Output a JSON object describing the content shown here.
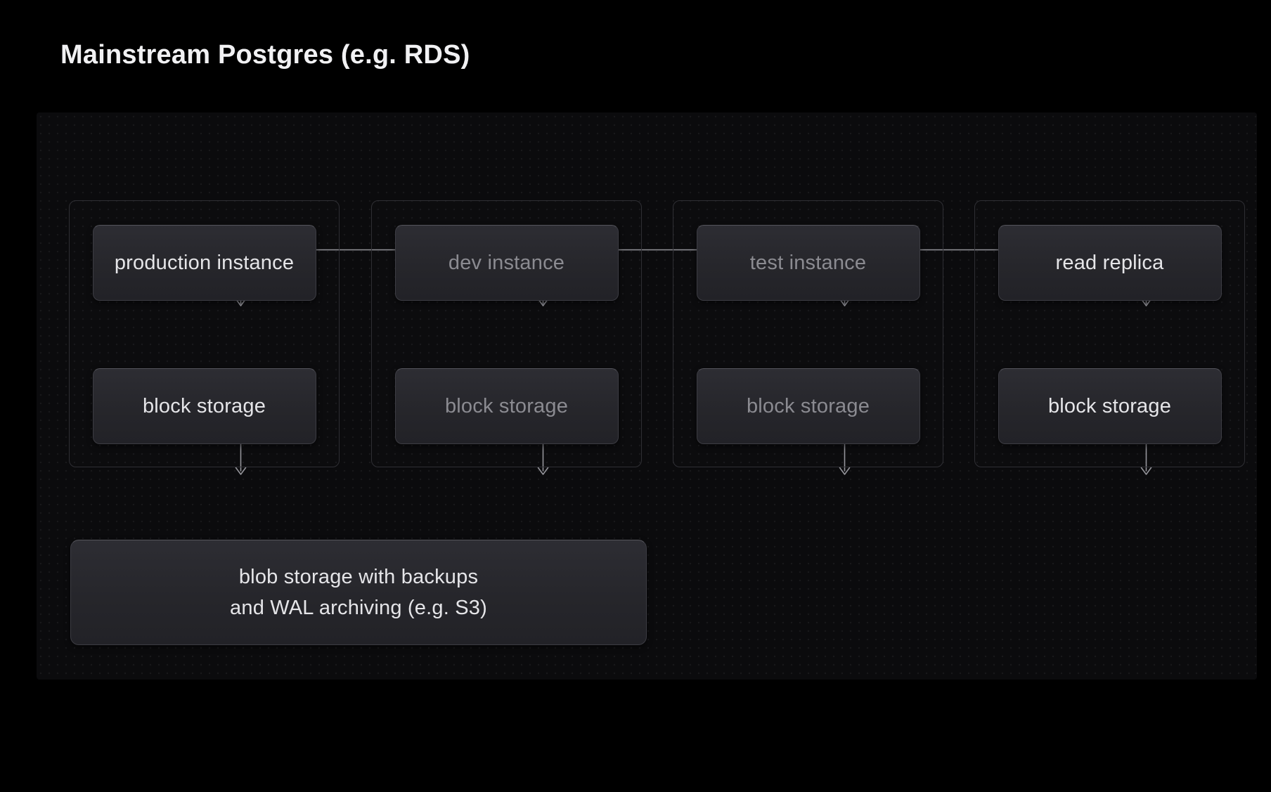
{
  "title": "Mainstream Postgres (e.g. RDS)",
  "diagram": {
    "groups": [
      {
        "id": "production",
        "instance_label": "production instance",
        "storage_label": "block storage",
        "emphasis": "bright"
      },
      {
        "id": "dev",
        "instance_label": "dev instance",
        "storage_label": "block storage",
        "emphasis": "dim"
      },
      {
        "id": "test",
        "instance_label": "test instance",
        "storage_label": "block storage",
        "emphasis": "dim"
      },
      {
        "id": "read-replica",
        "instance_label": "read replica",
        "storage_label": "block storage",
        "emphasis": "bright"
      }
    ],
    "blob_storage": {
      "line1": "blob storage with backups",
      "line2": "and WAL archiving (e.g. S3)"
    },
    "colors": {
      "background": "#000000",
      "panel_background": "#0b0b0d",
      "node_background": "#28282d",
      "node_border": "#3c3c43",
      "group_border": "#2f2f34",
      "connector": "#94949a",
      "text_bright": "#e5e5e8",
      "text_dim": "#8b8b91",
      "title_color": "#f1f1f3"
    }
  }
}
